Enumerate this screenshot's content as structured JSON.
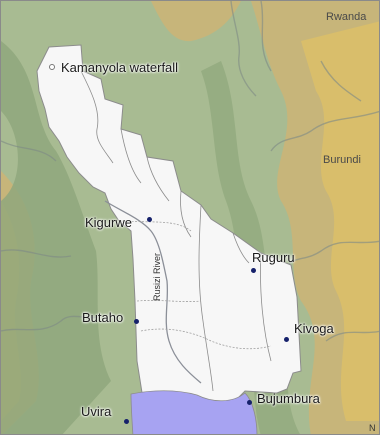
{
  "map": {
    "colors": {
      "valley_white": "#f7f7f7",
      "lowland_green": "#a8bb92",
      "midland_green": "#8fa77c",
      "highland_tan": "#c7b57a",
      "highland_gold": "#d9be6b",
      "lake": "#a7a3f2",
      "river": "#8b8f98",
      "boundary": "#8c8c8c",
      "settlement_dot": "#16216b"
    },
    "countries": {
      "rwanda": "Rwanda",
      "burundi": "Burundi"
    },
    "places": {
      "kamanyola": "Kamanyola waterfall",
      "kigurwe": "Kigurwe",
      "ruguru": "Ruguru",
      "butaho": "Butaho",
      "kivoga": "Kivoga",
      "uvira": "Uvira",
      "bujumbura": "Bujumbura"
    },
    "river": "Rusizi River",
    "compass": "N"
  }
}
